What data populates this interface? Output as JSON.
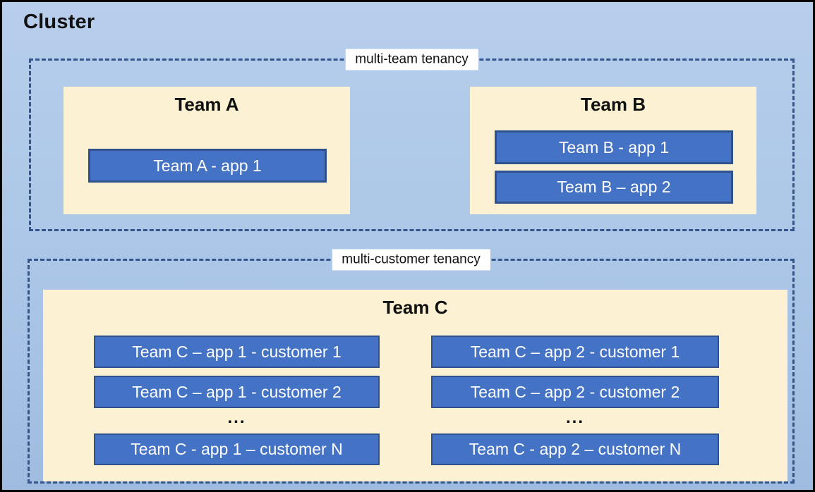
{
  "cluster": {
    "title": "Cluster"
  },
  "groups": [
    {
      "label": "multi-team tenancy",
      "teams": [
        {
          "name": "Team A",
          "apps": [
            "Team A - app 1"
          ]
        },
        {
          "name": "Team B",
          "apps": [
            "Team B - app 1",
            "Team B – app 2"
          ]
        }
      ]
    },
    {
      "label": "multi-customer tenancy",
      "teams": [
        {
          "name": "Team C",
          "columns": [
            {
              "apps": [
                "Team C – app 1 - customer 1",
                "Team C – app 1 - customer 2"
              ],
              "ellipsis": "...",
              "last": "Team C - app 1 – customer N"
            },
            {
              "apps": [
                "Team C – app 2 - customer 1",
                "Team C – app 2 - customer 2"
              ],
              "ellipsis": "...",
              "last": "Team C - app 2 – customer N"
            }
          ]
        }
      ]
    }
  ],
  "colors": {
    "bg_top": "#b7ceec",
    "bg_bottom": "#9fbce0",
    "dash": "#34548c",
    "cream": "#fcf1d3",
    "app_fill": "#4472c4",
    "app_border": "#2f528f",
    "ink": "#111111",
    "label_bg": "#ffffff"
  }
}
